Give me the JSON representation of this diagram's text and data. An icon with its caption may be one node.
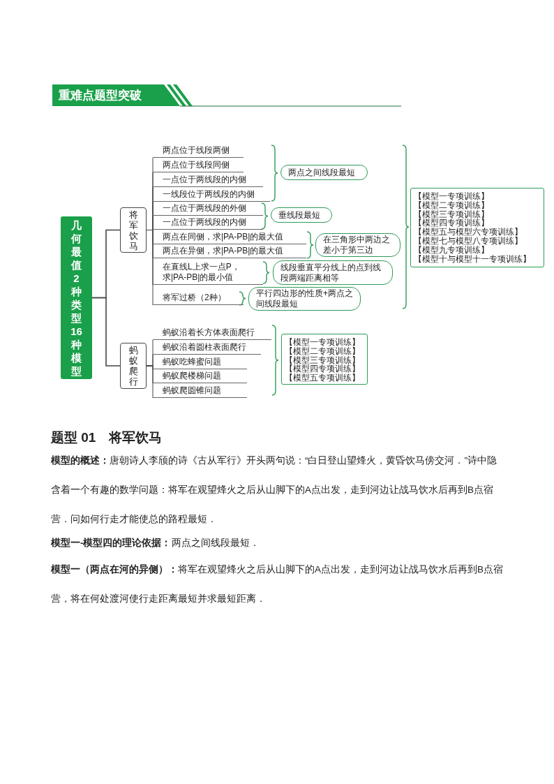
{
  "diagram": {
    "title": "重难点题型突破",
    "nodes": [
      {
        "text": [
          "几何最值2种类型16种模型"
        ]
      },
      {
        "text": [
          "将军饮马"
        ]
      },
      {
        "text": [
          "蚂蚁爬行"
        ]
      },
      {
        "text": [
          "两点位于线段两侧"
        ]
      },
      {
        "text": [
          "两点位于线段同侧"
        ]
      },
      {
        "text": [
          "一点位于两线段的内侧"
        ]
      },
      {
        "text": [
          "一线段位于两线段的内侧"
        ]
      },
      {
        "text": [
          "一点位于两线段的外侧"
        ]
      },
      {
        "text": [
          "一点位于两线段的内侧"
        ]
      },
      {
        "text": [
          "两点在同侧，求|PA-PB|的最大值"
        ]
      },
      {
        "text": [
          "两点在异侧，求|PA-PB|的最大值"
        ]
      },
      {
        "text": [
          "在直线L上求一点P，求|PA-PB|的最小值"
        ]
      },
      {
        "text": [
          "将军过桥（2种）"
        ]
      },
      {
        "text": [
          "蚂蚁沿着长方体表面爬行"
        ]
      },
      {
        "text": [
          "蚂蚁沿着圆柱表面爬行"
        ]
      },
      {
        "text": [
          "蚂蚁吃蜂蜜问题"
        ]
      },
      {
        "text": [
          "蚂蚁爬楼梯问题"
        ]
      },
      {
        "text": [
          "蚂蚁爬圆锥问题"
        ]
      },
      {
        "text": [
          "两点之间线段最短"
        ]
      },
      {
        "text": [
          "垂线段最短"
        ]
      },
      {
        "text": [
          "在三角形中两边之差小于第三边"
        ]
      },
      {
        "text": [
          "线段垂直平分线上的点到线段两端距离相等"
        ]
      },
      {
        "text": [
          "平行四边形的性质+两点之间线段最短"
        ]
      },
      {
        "text": [
          "【模型一专项训练】",
          "【模型二专项训练】",
          "【模型三专项训练】",
          "【模型四专项训练】",
          "【模型五与模型六专项训练】",
          "【模型七与模型八专项训练】",
          "【模型九专项训练】",
          "【模型十与模型十一专项训练】"
        ]
      },
      {
        "text": [
          "【模型一专项训练】",
          "【模型二专项训练】",
          "【模型三专项训练】",
          "【模型四专项训练】",
          "【模型五专项训练】"
        ]
      }
    ],
    "edges": [
      {
        "from": 0,
        "to": 1,
        "arrow": "none"
      },
      {
        "from": 0,
        "to": 2,
        "arrow": "none"
      },
      {
        "from": 1,
        "to": 3,
        "arrow": "none"
      },
      {
        "from": 1,
        "to": 4,
        "arrow": "none"
      },
      {
        "from": 1,
        "to": 5,
        "arrow": "none"
      },
      {
        "from": 1,
        "to": 6,
        "arrow": "none"
      },
      {
        "from": 1,
        "to": 7,
        "arrow": "none"
      },
      {
        "from": 1,
        "to": 8,
        "arrow": "none"
      },
      {
        "from": 1,
        "to": 9,
        "arrow": "none"
      },
      {
        "from": 1,
        "to": 10,
        "arrow": "none"
      },
      {
        "from": 1,
        "to": 11,
        "arrow": "none"
      },
      {
        "from": 1,
        "to": 12,
        "arrow": "none"
      },
      {
        "from": 2,
        "to": 13,
        "arrow": "none"
      },
      {
        "from": 2,
        "to": 14,
        "arrow": "none"
      },
      {
        "from": 2,
        "to": 15,
        "arrow": "none"
      },
      {
        "from": 2,
        "to": 16,
        "arrow": "none"
      },
      {
        "from": 2,
        "to": 17,
        "arrow": "none"
      }
    ],
    "labels": [
      "题型 01　将军饮马",
      "**模型的概述：**唐朝诗人李颀的诗《古从军行》开头两句说：“白日登山望烽火，黄昏饮马傍交河．”诗中隐含着一个有趣的数学问题：将军在观望烽火之后从山脚下的A点出发，走到河边让战马饮水后再到B点宿营．问如何行走才能使总的路程最短．",
      "**模型一-模型四的理论依据：**两点之间线段最短．",
      "**模型一（两点在河的异侧）：**将军在观望烽火之后从山脚下的A点出发，走到河边让战马饮水后再到B点宿营，将在何处渡河使行走距离最短并求最短距离．"
    ]
  }
}
